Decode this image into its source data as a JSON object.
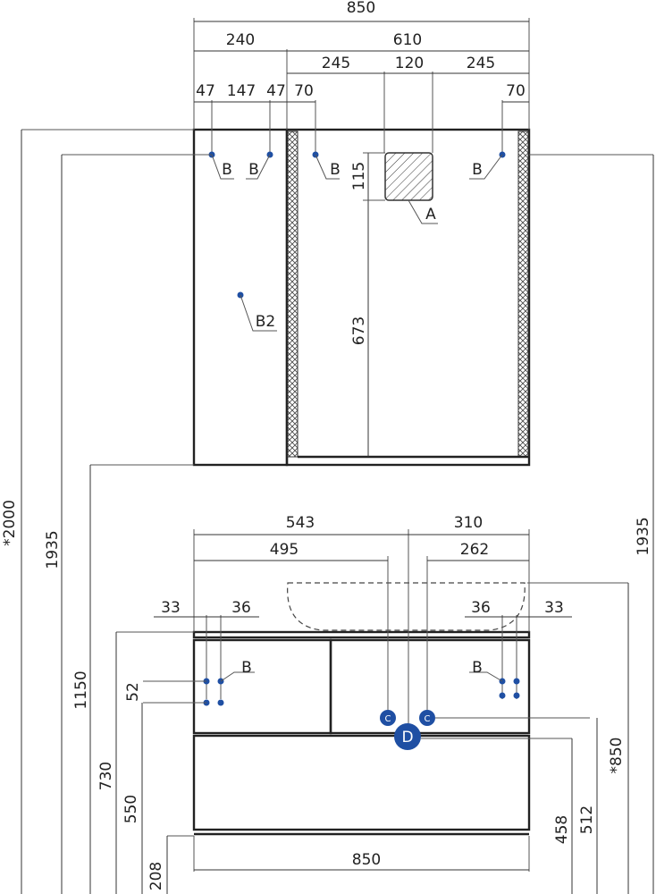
{
  "colors": {
    "line": "#222222",
    "marker": "#1f4fa3",
    "background": "#ffffff"
  },
  "top_view": {
    "dims": {
      "total": "850",
      "left": "240",
      "right": "610",
      "r_left": "245",
      "r_mid": "120",
      "r_right": "245",
      "s47a": "47",
      "s147": "147",
      "s47b": "47",
      "s70a": "70",
      "s70b": "70",
      "h115": "115",
      "h673": "673"
    },
    "callouts": {
      "b1": "B",
      "b2": "B",
      "b3": "B",
      "b4": "B",
      "b2label": "B2",
      "a": "A"
    }
  },
  "bottom_view": {
    "dims": {
      "d543": "543",
      "d310": "310",
      "d495": "495",
      "d262": "262",
      "d33a": "33",
      "d36a": "36",
      "d36b": "36",
      "d33b": "33",
      "d850": "850",
      "d52": "52"
    },
    "callouts": {
      "b_left": "B",
      "b_right": "B",
      "c1": "C",
      "c2": "C",
      "d": "D"
    }
  },
  "vertical_dims": {
    "v2000": "*2000",
    "v1935_left": "1935",
    "v1150": "1150",
    "v730": "730",
    "v550": "550",
    "v208": "208",
    "v1935_right": "1935",
    "v850": "*850",
    "v512": "512",
    "v458": "458"
  }
}
